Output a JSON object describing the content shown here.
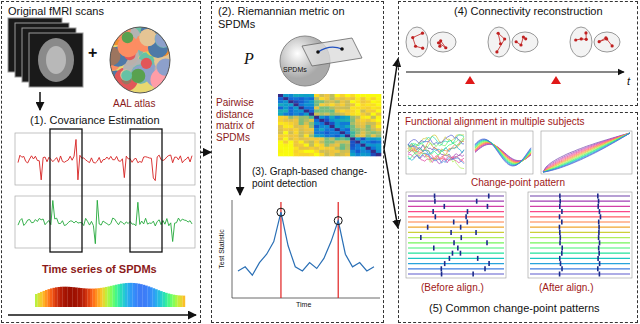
{
  "diagram": {
    "nodes": [
      {
        "text": [
          "Original fMRI scans",
          "AAL atlas",
          "(1). Covariance Estimation",
          "Time series of SPDMs"
        ]
      },
      {
        "text": [
          "(2). Riemannian metric on SPDMs",
          "Pairwise distance matrix of SPDMs",
          "(3). Graph-based change-point detection"
        ]
      },
      {
        "text": [
          "(4) Connectivity reconstruction"
        ]
      },
      {
        "text": [
          "Functional alignment in multiple subjects",
          "Change-point pattern",
          "(Before align.)",
          "(After align.)",
          "(5) Common change-point patterns"
        ]
      }
    ],
    "edges": [
      {
        "from": 0,
        "to": 1,
        "arrow": "to"
      },
      {
        "from": 1,
        "to": 2,
        "arrow": "to"
      },
      {
        "from": 1,
        "to": 3,
        "arrow": "to"
      }
    ],
    "labels": [
      "+",
      "P",
      "SPDMs",
      "Time",
      "Test Statistic",
      "t"
    ]
  }
}
